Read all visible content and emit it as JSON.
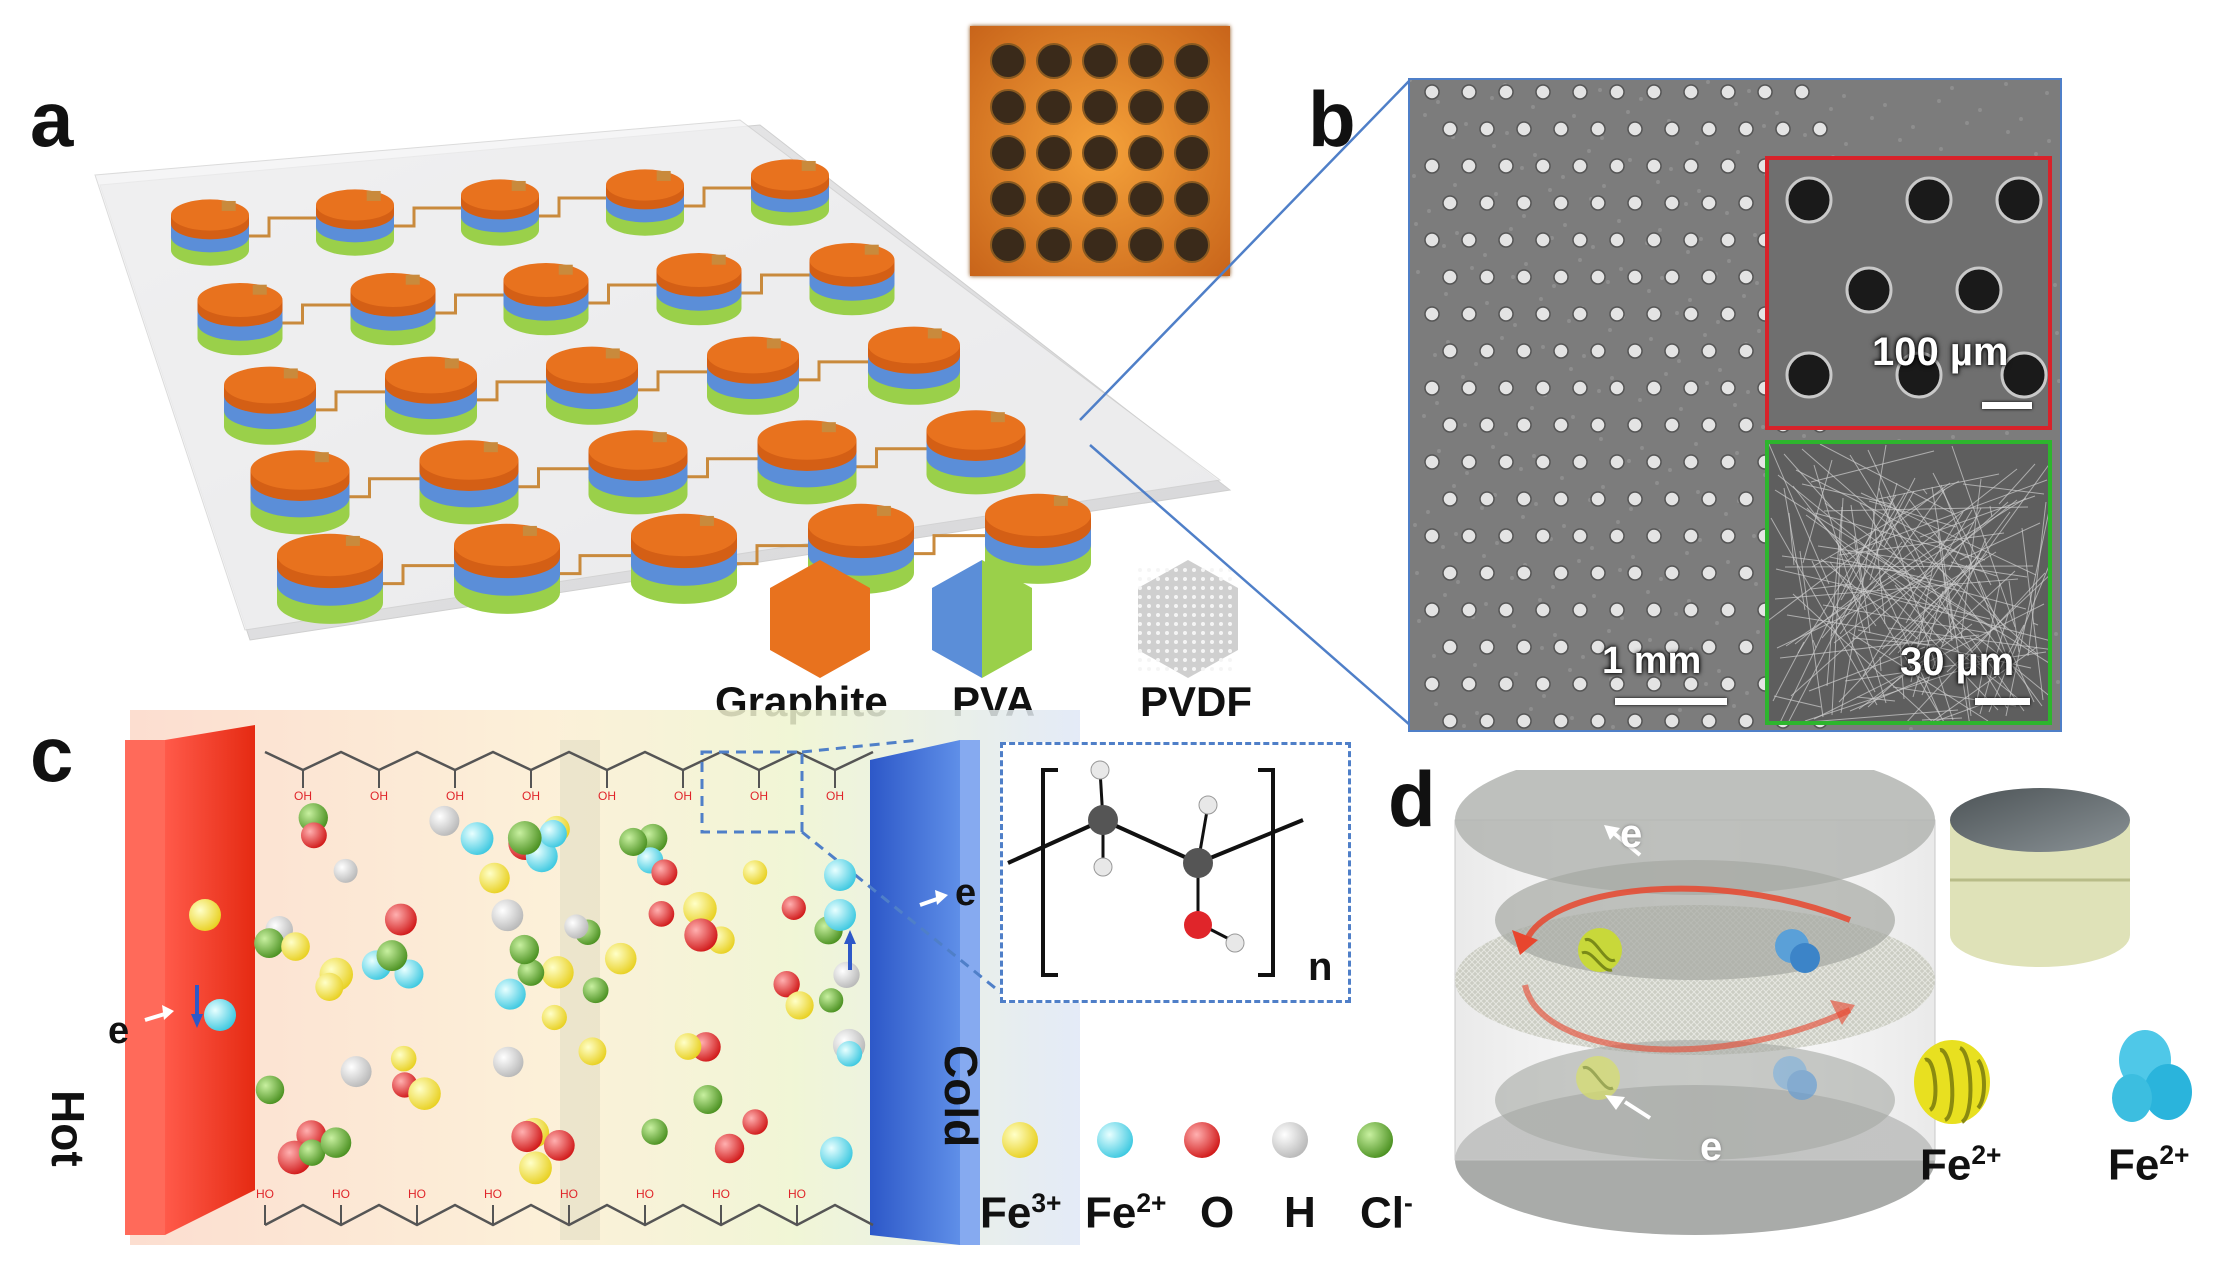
{
  "panels": {
    "a": "a",
    "b": "b",
    "c": "c",
    "d": "d"
  },
  "legend_materials": [
    {
      "label": "Graphite",
      "color": "#e8721e"
    },
    {
      "label": "PVA",
      "color_left": "#5b8ed8",
      "color_right": "#9ad04a"
    },
    {
      "label": "PVDF",
      "color": "#bdbdbd"
    }
  ],
  "sem": {
    "main_scale": "1 mm",
    "top_inset_scale": "100 µm",
    "bottom_inset_scale": "30 µm",
    "top_inset_border": "#d8222a",
    "bottom_inset_border": "#2db52d"
  },
  "panel_c": {
    "hot_label": "Hot",
    "cold_label": "Cold",
    "electron_left": "e",
    "electron_right": "e",
    "polymer_oh": "OH",
    "polymer_ho": "HO",
    "repeat_subscript": "n",
    "legend": [
      {
        "base": "Fe",
        "sup": "3+",
        "color": "#f2e03a"
      },
      {
        "base": "Fe",
        "sup": "2+",
        "color": "#5fd6e6"
      },
      {
        "base": "O",
        "sup": "",
        "color": "#e0252a"
      },
      {
        "base": "H",
        "sup": "",
        "color": "#d8d8d8"
      },
      {
        "base": "Cl",
        "sup": "-",
        "color": "#63a832"
      }
    ]
  },
  "panel_d": {
    "electron_top": "e",
    "electron_bottom": "e",
    "ion_left": {
      "base": "Fe",
      "sup": "2+"
    },
    "ion_right": {
      "base": "Fe",
      "sup": "2+"
    }
  }
}
